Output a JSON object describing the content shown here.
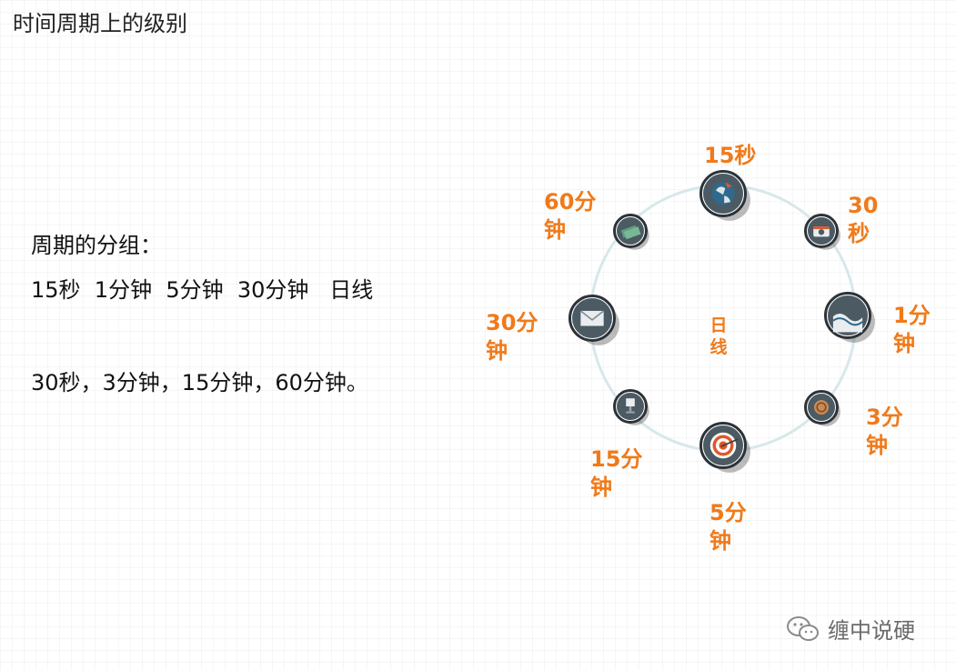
{
  "title": "时间周期上的级别",
  "text": {
    "group_heading": "周期的分组：",
    "group_a": "15秒  1分钟  5分钟  30分钟   日线",
    "group_b": "30秒，3分钟，15分钟，60分钟。"
  },
  "diagram": {
    "center": [
      "日",
      "线"
    ],
    "accent_color": "#f07a1a",
    "ring_color": "#d7e8ea",
    "nodes": [
      {
        "lines": [
          "15秒"
        ],
        "icon": "globe-icon"
      },
      {
        "lines": [
          "30",
          "秒"
        ],
        "icon": "camera-icon"
      },
      {
        "lines": [
          "1分",
          "钟"
        ],
        "icon": "wave-icon"
      },
      {
        "lines": [
          "3分",
          "钟"
        ],
        "icon": "coin-icon"
      },
      {
        "lines": [
          "5分",
          "钟"
        ],
        "icon": "target-icon"
      },
      {
        "lines": [
          "15分",
          "钟"
        ],
        "icon": "lamp-icon"
      },
      {
        "lines": [
          "30分",
          "钟"
        ],
        "icon": "mail-icon"
      },
      {
        "lines": [
          "60分",
          "钟"
        ],
        "icon": "money-icon"
      }
    ]
  },
  "watermark": "缠中说硬"
}
